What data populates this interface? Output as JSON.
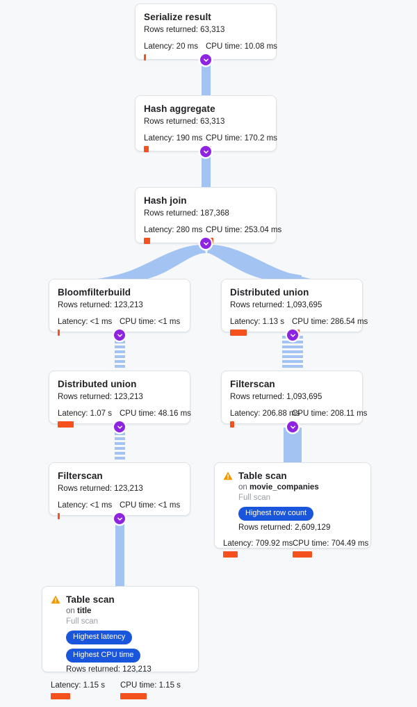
{
  "view": {
    "background_color": "#f6f8fa",
    "edge_color": "#a3c4f3",
    "toggle_color": "#8e24e0",
    "bar_color": "#f4511e",
    "badge_color": "#1a56db",
    "warning_color": "#f29900"
  },
  "labels": {
    "rows_prefix": "Rows returned: ",
    "latency_prefix": "Latency: ",
    "cpu_prefix": "CPU time: ",
    "on_prefix": "on ",
    "full_scan": "Full scan"
  },
  "nodes": [
    {
      "id": "serialize-result",
      "title": "Serialize result",
      "rows": "Rows returned: 63,313",
      "latency": "Latency: 20 ms",
      "cpu": "CPU time: 10.08 ms",
      "latency_bar_width": 3,
      "cpu_bar_width": 3,
      "warning": false,
      "badges": []
    },
    {
      "id": "hash-aggregate",
      "title": "Hash aggregate",
      "rows": "Rows returned: 63,313",
      "latency": "Latency: 190 ms",
      "cpu": "CPU time: 170.2 ms",
      "latency_bar_width": 7,
      "cpu_bar_width": 8,
      "warning": false,
      "badges": []
    },
    {
      "id": "hash-join",
      "title": "Hash join",
      "rows": "Rows returned: 187,368",
      "latency": "Latency: 280 ms",
      "cpu": "CPU time: 253.04 ms",
      "latency_bar_width": 9,
      "cpu_bar_width": 11,
      "warning": false,
      "badges": []
    },
    {
      "id": "bloomfilterbuild",
      "title": "Bloomfilterbuild",
      "rows": "Rows returned: 123,213",
      "latency": "Latency: <1 ms",
      "cpu": "CPU time: <1 ms",
      "latency_bar_width": 3,
      "cpu_bar_width": 3,
      "warning": false,
      "badges": []
    },
    {
      "id": "distributed-union-right",
      "title": "Distributed union",
      "rows": "Rows returned: 1,093,695",
      "latency": "Latency: 1.13 s",
      "cpu": "CPU time: 286.54 ms",
      "latency_bar_width": 24,
      "cpu_bar_width": 11,
      "warning": false,
      "badges": []
    },
    {
      "id": "distributed-union-left",
      "title": "Distributed union",
      "rows": "Rows returned: 123,213",
      "latency": "Latency: 1.07 s",
      "cpu": "CPU time: 48.16 ms",
      "latency_bar_width": 23,
      "cpu_bar_width": 4,
      "warning": false,
      "badges": []
    },
    {
      "id": "filterscan-right",
      "title": "Filterscan",
      "rows": "Rows returned: 1,093,695",
      "latency": "Latency: 206.88 ms",
      "cpu": "CPU time: 208.11 ms",
      "latency_bar_width": 6,
      "cpu_bar_width": 7,
      "warning": false,
      "badges": []
    },
    {
      "id": "filterscan-left",
      "title": "Filterscan",
      "rows": "Rows returned: 123,213",
      "latency": "Latency: <1 ms",
      "cpu": "CPU time: <1 ms",
      "latency_bar_width": 3,
      "cpu_bar_width": 3,
      "warning": false,
      "badges": []
    },
    {
      "id": "table-scan-movie-companies",
      "title": "Table scan",
      "on_label": "on ",
      "on_target": "movie_companies",
      "scan_type": "Full scan",
      "rows": "Rows returned: 2,609,129",
      "latency": "Latency: 709.92 ms",
      "cpu": "CPU time: 704.49 ms",
      "latency_bar_width": 21,
      "cpu_bar_width": 28,
      "warning": true,
      "badges": [
        "Highest row count"
      ]
    },
    {
      "id": "table-scan-title",
      "title": "Table scan",
      "on_label": "on ",
      "on_target": "title",
      "scan_type": "Full scan",
      "rows": "Rows returned: 123,213",
      "latency": "Latency: 1.15 s",
      "cpu": "CPU time: 1.15 s",
      "latency_bar_width": 28,
      "cpu_bar_width": 38,
      "warning": true,
      "badges": [
        "Highest latency",
        "Highest CPU time"
      ]
    }
  ]
}
